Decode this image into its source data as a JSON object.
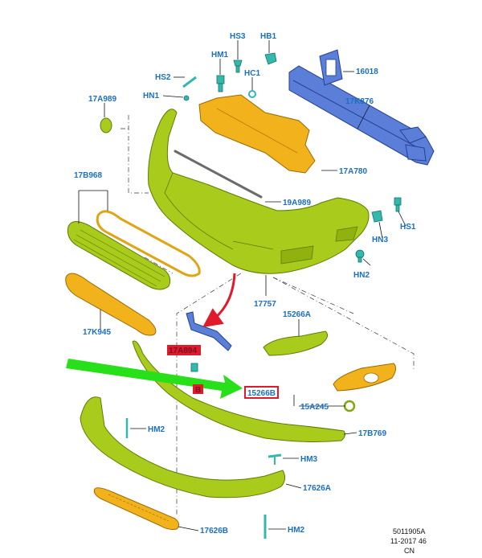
{
  "labels": {
    "hs3": "HS3",
    "hb1": "HB1",
    "hm1": "HM1",
    "hc1": "HC1",
    "hs2": "HS2",
    "hn1": "HN1",
    "p16018": "16018",
    "p17a989": "17A989",
    "p17k876": "17K876",
    "p17a780": "17A780",
    "p17b968": "17B968",
    "p19a989": "19A989",
    "hs1": "HS1",
    "hn3": "HN3",
    "hn2": "HN2",
    "p17757": "17757",
    "p15266a": "15266A",
    "p17k945": "17K945",
    "p17a894": "17A894",
    "p15266b": "15266B",
    "p15a245": "15A245",
    "p17b769": "17B769",
    "hm2_left": "HM2",
    "hm3": "HM3",
    "p17626a": "17626A",
    "p17626b": "17626B",
    "hm2_bottom": "HM2",
    "small_b": "B"
  },
  "footer": {
    "code": "5011905A",
    "date": "11-2017 46",
    "region": "CN"
  },
  "colors": {
    "label": "#1b6fc2",
    "highlight_box": "#e0192b",
    "green_arrow": "#27e01a",
    "red_arrow": "#e0192b"
  }
}
